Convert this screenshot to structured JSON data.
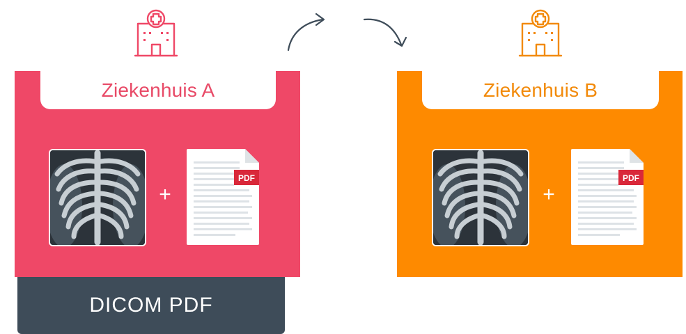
{
  "colors": {
    "hospital_a": "#ef4867",
    "hospital_b": "#fe8a00",
    "footer": "#3e4c59",
    "pdf_badge": "#d9283a",
    "arrow": "#3e4c59"
  },
  "hospital_a": {
    "name": "Ziekenhuis A",
    "icon": "hospital-icon",
    "attachment_icon": "xray-icon",
    "document_icon": "pdf-document-icon",
    "pdf_badge": "PDF",
    "plus": "+"
  },
  "hospital_b": {
    "name": "Ziekenhuis B",
    "icon": "hospital-icon",
    "attachment_icon": "xray-icon",
    "document_icon": "pdf-document-icon",
    "pdf_badge": "PDF",
    "plus": "+"
  },
  "footer": {
    "label": "DICOM PDF"
  },
  "transfer": {
    "icon": "curved-arrow-icon"
  }
}
